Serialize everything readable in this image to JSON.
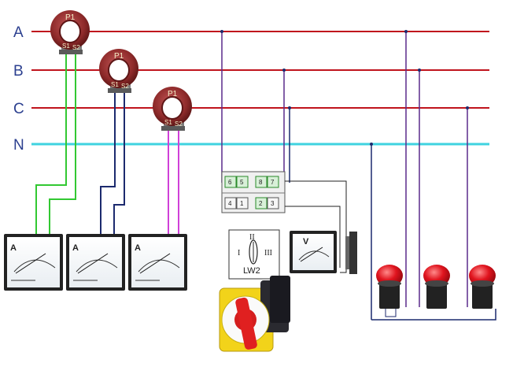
{
  "phases": [
    "A",
    "B",
    "C",
    "N"
  ],
  "ct_labels": {
    "primary": "P1",
    "s1": "S1",
    "s2": "S2"
  },
  "ammeter_letter": "A",
  "voltmeter_letter": "V",
  "switch_label": "LW2",
  "switch_positions": [
    "I",
    "II",
    "III"
  ],
  "terminal_numbers": [
    "6",
    "5",
    "8",
    "7",
    "4",
    "1",
    "2",
    "3"
  ],
  "colors": {
    "phase_line": "#c0141d",
    "neutral_line": "#3fd3e0",
    "ct_body": "#8e2a2a",
    "wire_a": "#32c832",
    "wire_b": "#1c2a6e",
    "wire_c": "#d040d8",
    "wire_v": "#5a2a8c",
    "lamp_red": "#d8101a"
  }
}
